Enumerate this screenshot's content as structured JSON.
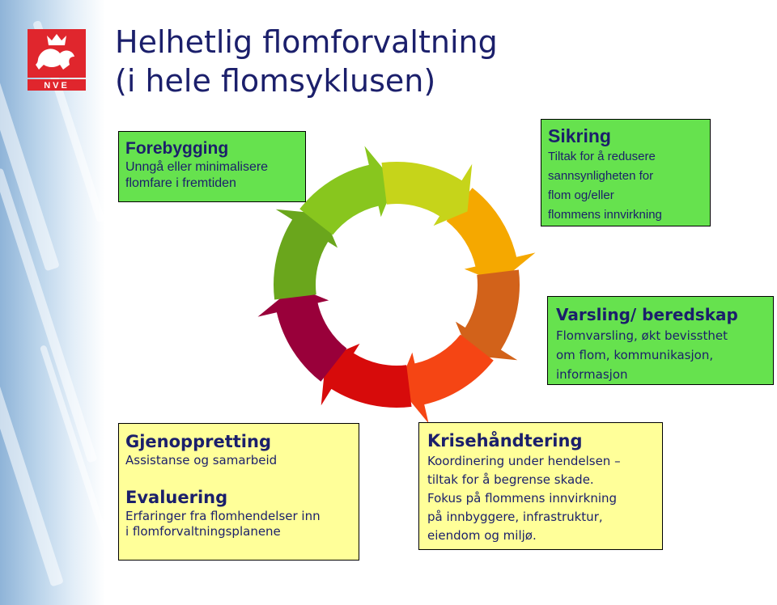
{
  "title": {
    "line1": "Helhetlig flomforvaltning",
    "line2": "(i hele flomsyklusen)"
  },
  "logo": {
    "text": "NVE",
    "color": "#e0262d"
  },
  "boxes": {
    "forebygging": {
      "heading": "Forebygging",
      "lines": [
        "Unngå eller minimalisere",
        "flomfare i fremtiden"
      ]
    },
    "sikring": {
      "heading": "Sikring",
      "lines": [
        "Tiltak for å redusere",
        "sannsynligheten for",
        "flom og/eller",
        "flommens innvirkning"
      ]
    },
    "varsling": {
      "heading": "Varsling/ beredskap",
      "lines": [
        "Flomvarsling, økt bevissthet",
        "om flom, kommunikasjon,",
        "informasjon"
      ]
    },
    "gjenoppretting": {
      "heading": "Gjenoppretting",
      "line": "Assistanse og samarbeid",
      "heading2": "Evaluering",
      "lines": [
        "Erfaringer fra flomhendelser inn",
        "i flomforvaltningsplanene"
      ]
    },
    "krise": {
      "heading": "Krisehåndtering",
      "lines": [
        "Koordinering under hendelsen –",
        "tiltak for å begrense skade.",
        "Fokus på flommens innvirkning",
        "på innbyggere, infrastruktur,",
        "eiendom og miljø."
      ]
    }
  },
  "colors": {
    "text": "#1b1f6b",
    "green_box": "#66e24e",
    "yellow_box": "#ffff99",
    "arrows": [
      "#f5a800",
      "#d2621a",
      "#f54514",
      "#d70b0b",
      "#99003a",
      "#6aa61c",
      "#88c61e",
      "#c6d41a"
    ]
  }
}
